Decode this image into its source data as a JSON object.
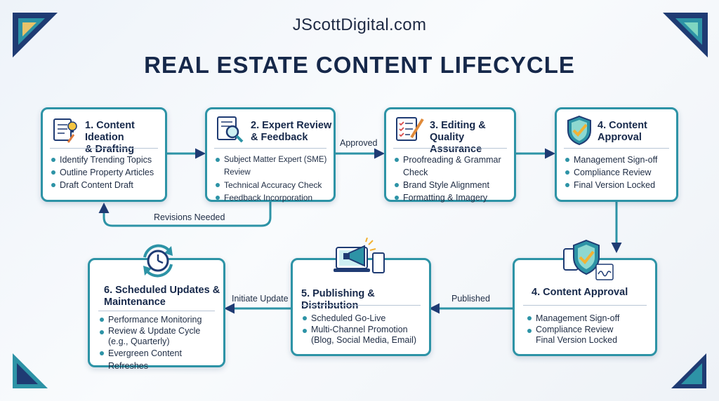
{
  "header": {
    "site": "JScottDigital.com",
    "title": "REAL ESTATE CONTENT LIFECYCLE"
  },
  "colors": {
    "accent_teal": "#2d93a6",
    "navy": "#1f3b73",
    "green": "#4caf8d",
    "gold": "#e8c36a"
  },
  "steps": [
    {
      "title": "1. Content Ideation\n& Drafting",
      "icon": "document-pencil-icon",
      "items": [
        "Identify Trending Topics",
        "Outline Property Articles",
        "Draft Content Draft"
      ]
    },
    {
      "title": "2. Expert Review\n& Feedback",
      "icon": "magnifier-document-icon",
      "items": [
        "Subject Matter Expert (SME) Review",
        "Technical Accuracy Check",
        "Feedback Incorporation"
      ]
    },
    {
      "title": "3. Editing &\nQuality Assurance",
      "icon": "checklist-pencil-icon",
      "items": [
        "Proofreading & Grammar Check",
        "Brand Style Alignment",
        "Formatting & Imagery"
      ]
    },
    {
      "title": "4. Content\nApproval",
      "icon": "shield-check-icon",
      "items": [
        "Management Sign-off",
        "Compliance Review",
        "Final Version Locked"
      ]
    },
    {
      "title": "4. Content  Approval",
      "icon": "shield-signature-icon",
      "items": [
        "Management Sign-off",
        "Compliance Review\nFinal Version Locked"
      ]
    },
    {
      "title": "5. Publishing & Distribution",
      "icon": "megaphone-devices-icon",
      "items": [
        "Scheduled Go-Live",
        "Multi-Channel Promotion\n(Blog, Social Media, Email)"
      ]
    },
    {
      "title": "6. Scheduled Updates &\nMaintenance",
      "icon": "clock-cycle-icon",
      "items": [
        "Performance Monitoring",
        "Review & Update Cycle\n(e.g., Quarterly)",
        "Evergreen Content Refreshes"
      ]
    }
  ],
  "connectors": {
    "approved": "Approved",
    "revisions": "Revisions Needed",
    "published": "Published",
    "initiate": "Initiate Update"
  }
}
